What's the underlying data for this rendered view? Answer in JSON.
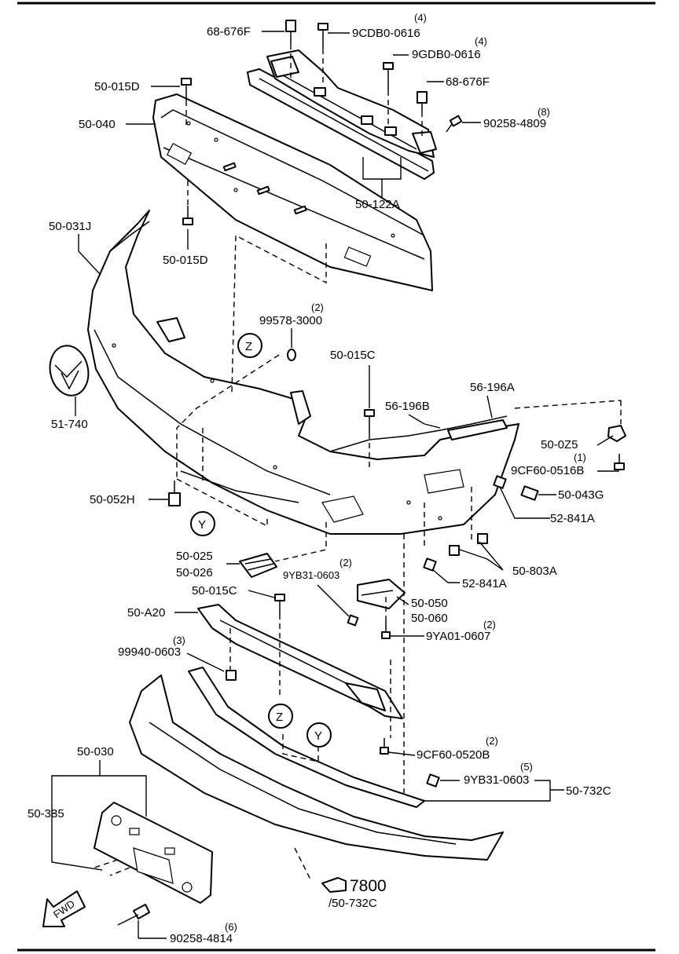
{
  "labels": {
    "p68676F_top": "68-676F",
    "p9CDB0": "9CDB0-0616",
    "q4a": "(4)",
    "p9GDB0": "9GDB0-0616",
    "q4b": "(4)",
    "p68676F_right": "68-676F",
    "q8": "(8)",
    "p90258_4809": "90258-4809",
    "p50015D_top": "50-015D",
    "p50040": "50-040",
    "p50122A": "50-122A",
    "p50031J": "50-031J",
    "p50015D_mid": "50-015D",
    "q2a": "(2)",
    "p99578": "99578-3000",
    "circZ1": "Z",
    "p51740": "51-740",
    "p50015C_mid": "50-015C",
    "p56196A": "56-196A",
    "p56196B": "56-196B",
    "p500Z5": "50-0Z5",
    "q1": "(1)",
    "p9CF60_0516B": "9CF60-0516B",
    "p50043G": "50-043G",
    "p52841A_1": "52-841A",
    "p50052H": "50-052H",
    "circY1": "Y",
    "p50025": "50-025",
    "p50026": "50-026",
    "q2b": "(2)",
    "p9YB31_0603_mid": "9YB31-0603",
    "p50803A": "50-803A",
    "p52841A_2": "52-841A",
    "p50015C_low": "50-015C",
    "p50050": "50-050",
    "p50060": "50-060",
    "p50A20": "50-A20",
    "q3": "(3)",
    "p99940": "99940-0603",
    "q2c": "(2)",
    "p9YA01": "9YA01-0607",
    "circZ2": "Z",
    "circY2": "Y",
    "q2d": "(2)",
    "p9CF60_0520B": "9CF60-0520B",
    "p50030": "50-030",
    "q5": "(5)",
    "p9YB31_0603_low": "9YB31-0603",
    "p50732C": "50-732C",
    "p50335": "50-335",
    "p7800": "7800",
    "p50732C_ref": "/50-732C",
    "fwd": "FWD",
    "q6": "(6)",
    "p90258_4814": "90258-4814"
  }
}
